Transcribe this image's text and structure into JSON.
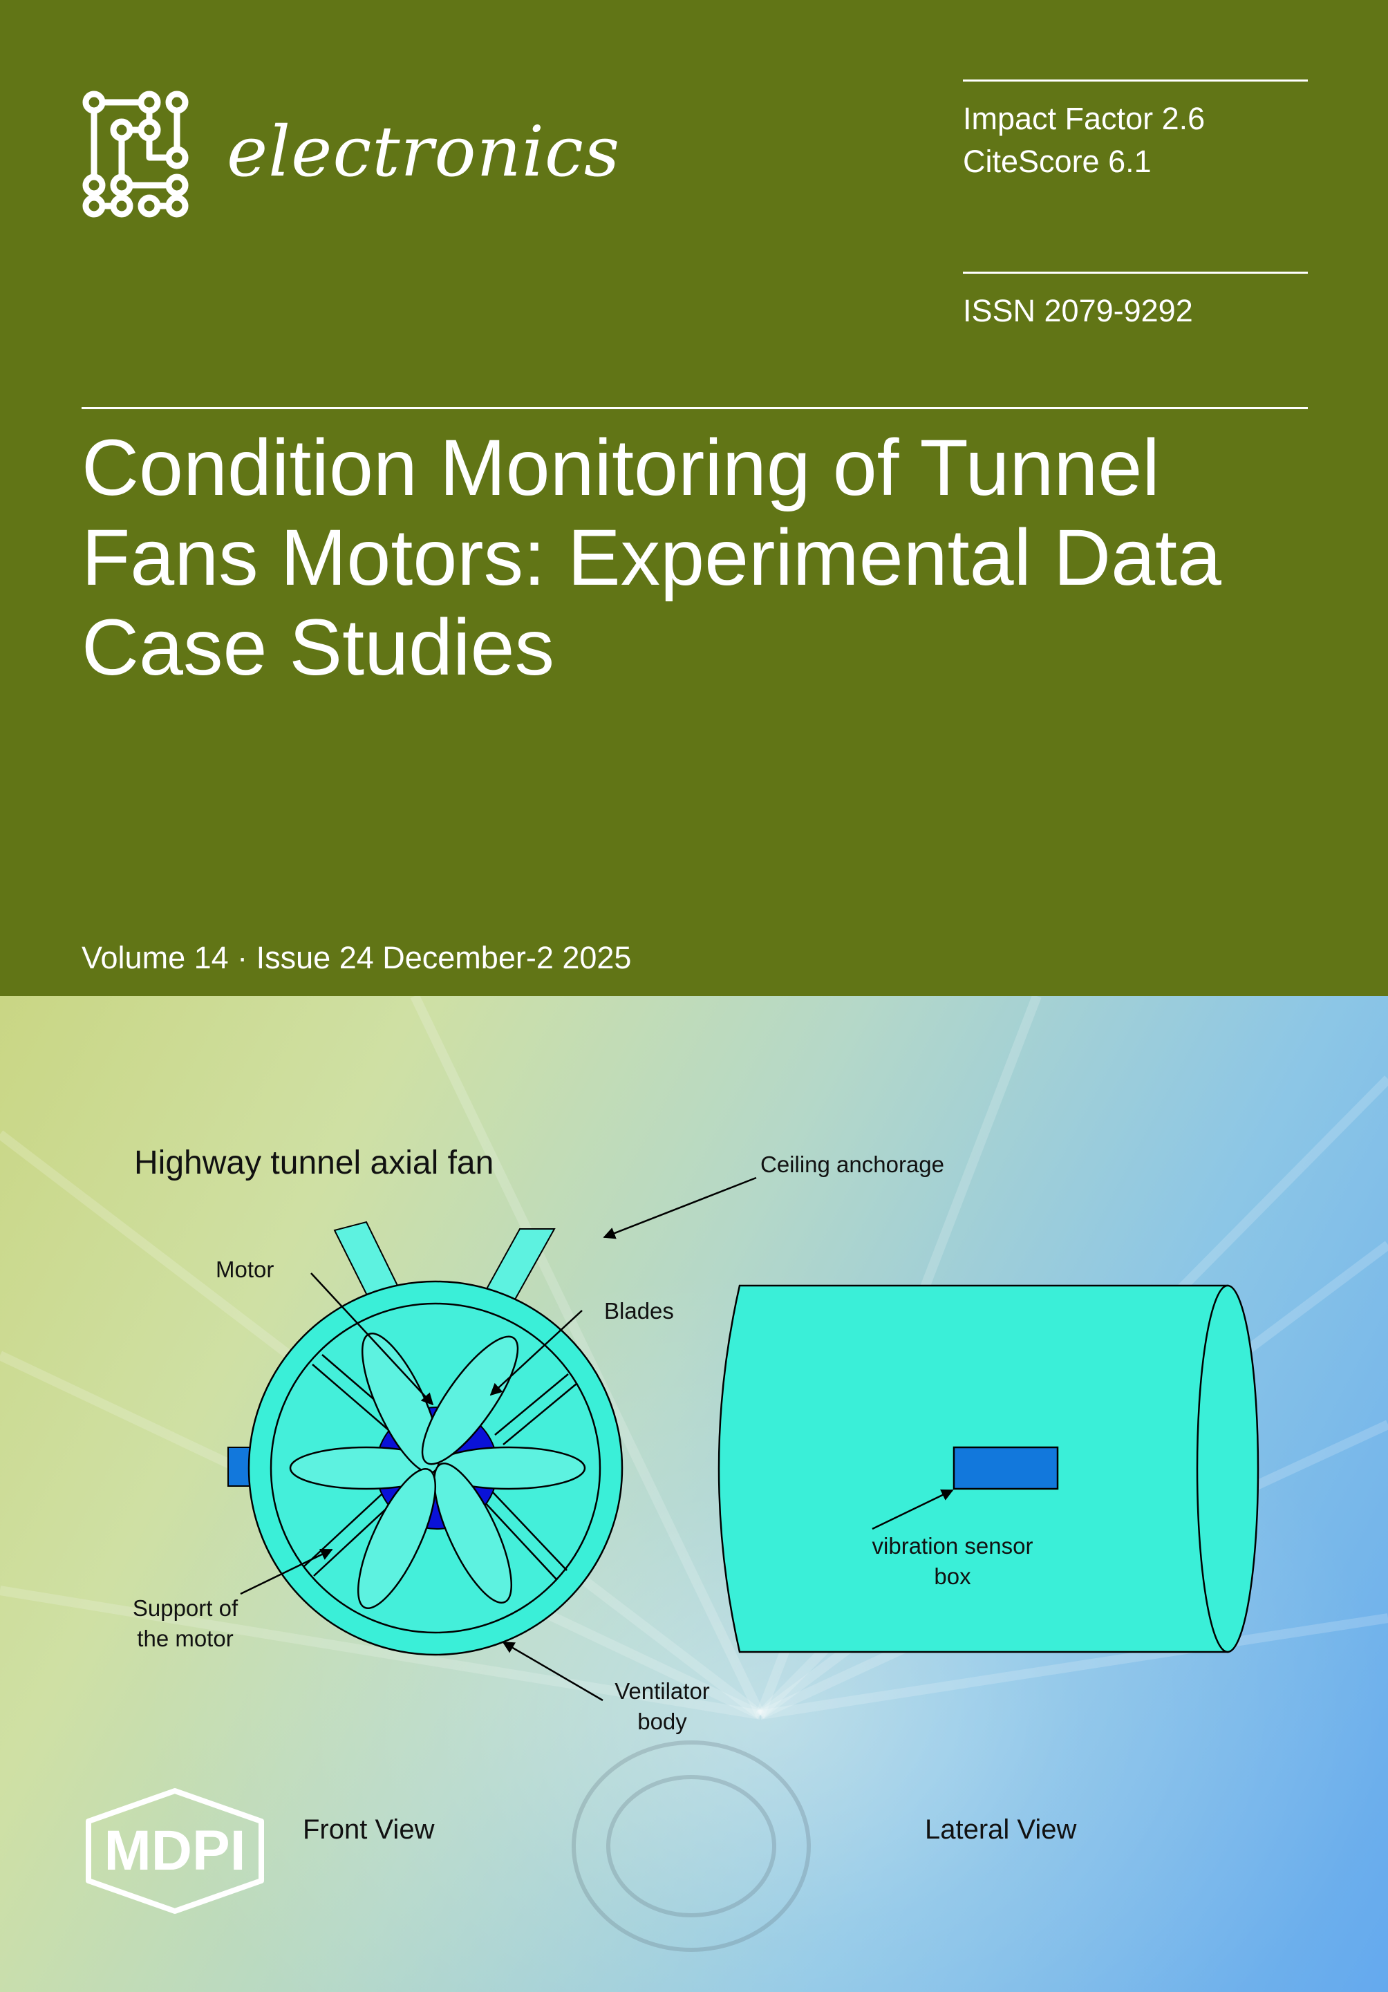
{
  "journal": {
    "name": "electronics",
    "impact_factor": "Impact Factor 2.6",
    "citescore": "CiteScore 6.1",
    "issn": "ISSN 2079-9292"
  },
  "article": {
    "title_lines": [
      "Condition Monitoring of Tunnel",
      "Fans Motors: Experimental Data",
      "Case Studies"
    ]
  },
  "issue": {
    "volume_line": "Volume 14 · Issue 24 December-2 2025"
  },
  "figure": {
    "title": "Highway tunnel axial fan",
    "labels": {
      "ceiling_anchorage": "Ceiling anchorage",
      "motor": "Motor",
      "blades": "Blades",
      "support_line1": "Support of",
      "support_line2": "the motor",
      "ventilator_line1": "Ventilator",
      "ventilator_line2": "body",
      "sensor_line1": "vibration sensor",
      "sensor_line2": "box",
      "front_view": "Front View",
      "lateral_view": "Lateral View"
    },
    "colors": {
      "fan_body": "#3aefd8",
      "blade": "#5df2e0",
      "motor": "#0a12d8",
      "sensor": "#1278dc"
    }
  },
  "publisher": {
    "name": "MDPI"
  },
  "colors": {
    "header_green": "#617516",
    "text_white": "#ffffff"
  }
}
